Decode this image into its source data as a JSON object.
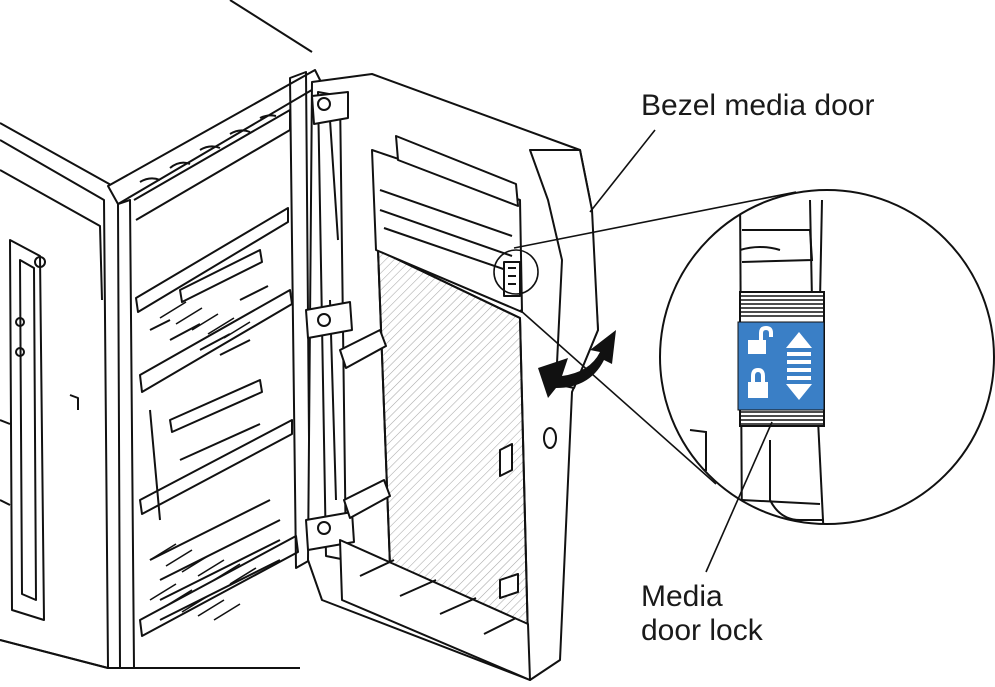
{
  "callouts": {
    "bezel_media_door": "Bezel media door",
    "media_door_lock_line1": "Media",
    "media_door_lock_line2": "door lock"
  },
  "icons": {
    "unlocked": "unlocked-padlock-icon",
    "locked": "locked-padlock-icon",
    "arrow_up": "arrow-up-icon",
    "arrow_down": "arrow-down-icon",
    "rotate": "curved-double-arrow-icon"
  },
  "colors": {
    "lock_badge": "#3a7fc6",
    "line": "#111111",
    "hatch": "#9a9a9a"
  }
}
